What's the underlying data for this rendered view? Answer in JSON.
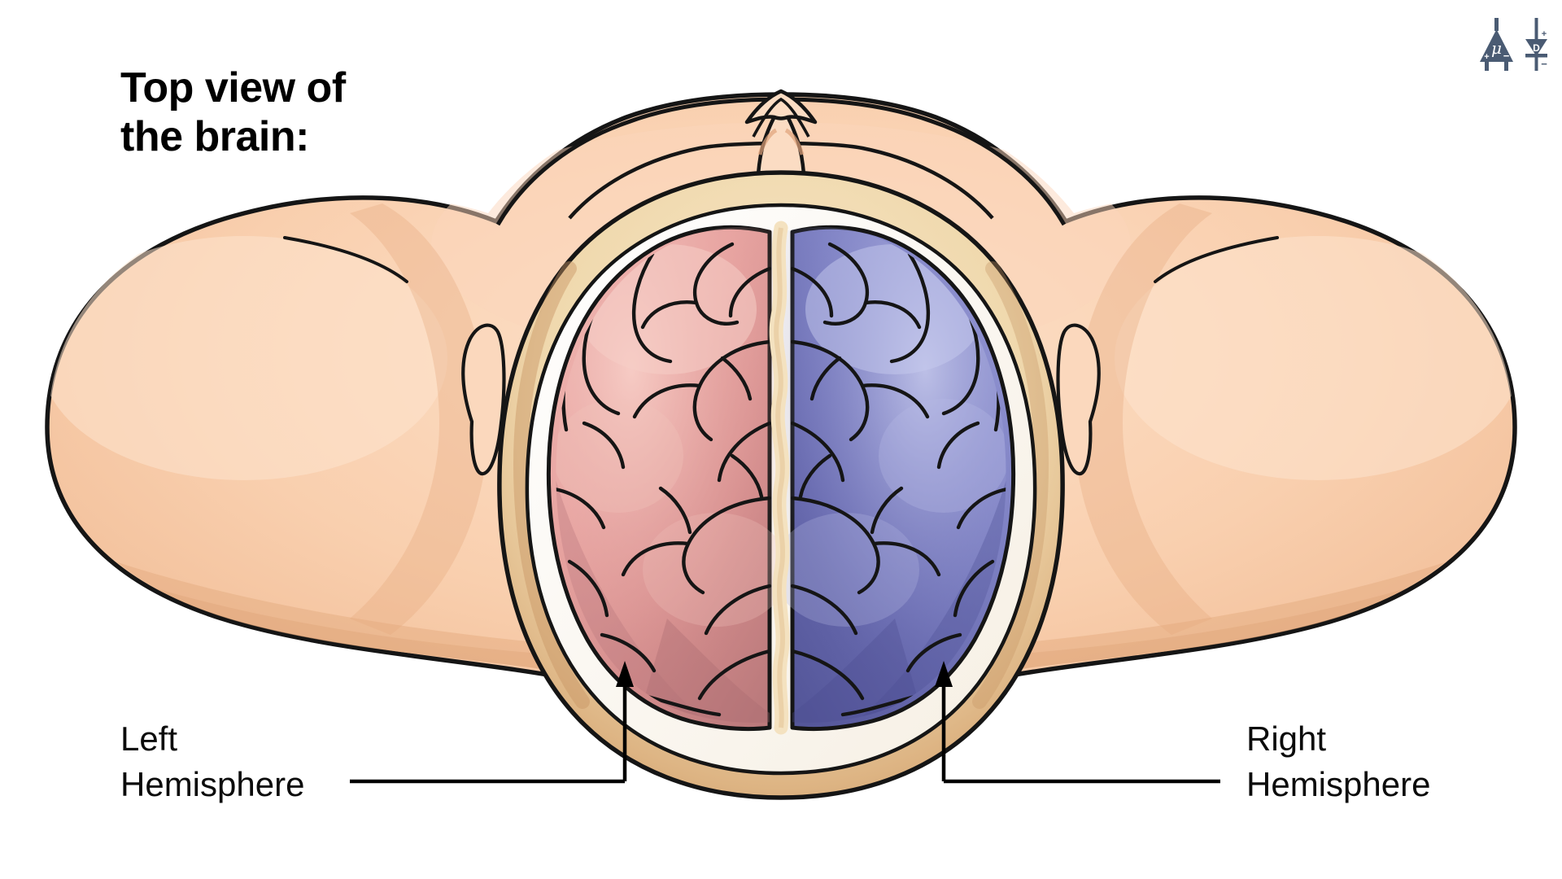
{
  "figure": {
    "title_line1": "Top view of",
    "title_line2": "the brain:",
    "alt": "Top view of the brain showing left and right hemispheres inside the skull"
  },
  "labels": {
    "left": {
      "line1": "Left",
      "line2": "Hemisphere"
    },
    "right": {
      "line1": "Right",
      "line2": "Hemisphere"
    }
  },
  "watermark": {
    "name": "circuit-logo",
    "opamp_symbol": "μ",
    "opamp_plus": "+",
    "opamp_minus": "−",
    "diode_letter": "D",
    "diode_plus": "+",
    "diode_minus": "−",
    "color": "#4a5b73"
  },
  "colors": {
    "background": "#ffffff",
    "outline": "#151515",
    "skin_light": "#fbd9bf",
    "skin_mid": "#f7c8a6",
    "skin_shadow": "#e9ab80",
    "skull_bone": "#f3deb9",
    "skull_bone_shadow": "#d9a978",
    "dura_white": "#fdfbf6",
    "left_hemisphere": "#e9a5a3",
    "left_hemisphere_shadow": "#c27f7f",
    "left_hemisphere_light": "#f5c4bf",
    "right_hemisphere": "#7c7fc0",
    "right_hemisphere_shadow": "#5a5c9e",
    "right_hemisphere_light": "#aaaede",
    "leader_line": "#000000"
  },
  "anatomy": {
    "view": "superior (top-down) view",
    "parts": [
      {
        "name": "head-and-shoulders",
        "fill": "skin_mid"
      },
      {
        "name": "nose",
        "fill": "skin_light"
      },
      {
        "name": "ear-left",
        "fill": "skin_light"
      },
      {
        "name": "ear-right",
        "fill": "skin_light"
      },
      {
        "name": "skull-bone-ring",
        "fill": "skull_bone"
      },
      {
        "name": "dura-mater",
        "fill": "dura_white"
      },
      {
        "name": "left-hemisphere",
        "fill": "left_hemisphere"
      },
      {
        "name": "right-hemisphere",
        "fill": "right_hemisphere"
      },
      {
        "name": "longitudinal-fissure",
        "fill": "skull_bone"
      }
    ]
  },
  "annotations": {
    "left_arrow": {
      "name": "left-hemisphere-arrow",
      "direction": "up"
    },
    "right_arrow": {
      "name": "right-hemisphere-arrow",
      "direction": "up"
    },
    "left_leader": {
      "name": "left-hemisphere-leader-line"
    },
    "right_leader": {
      "name": "right-hemisphere-leader-line"
    }
  }
}
